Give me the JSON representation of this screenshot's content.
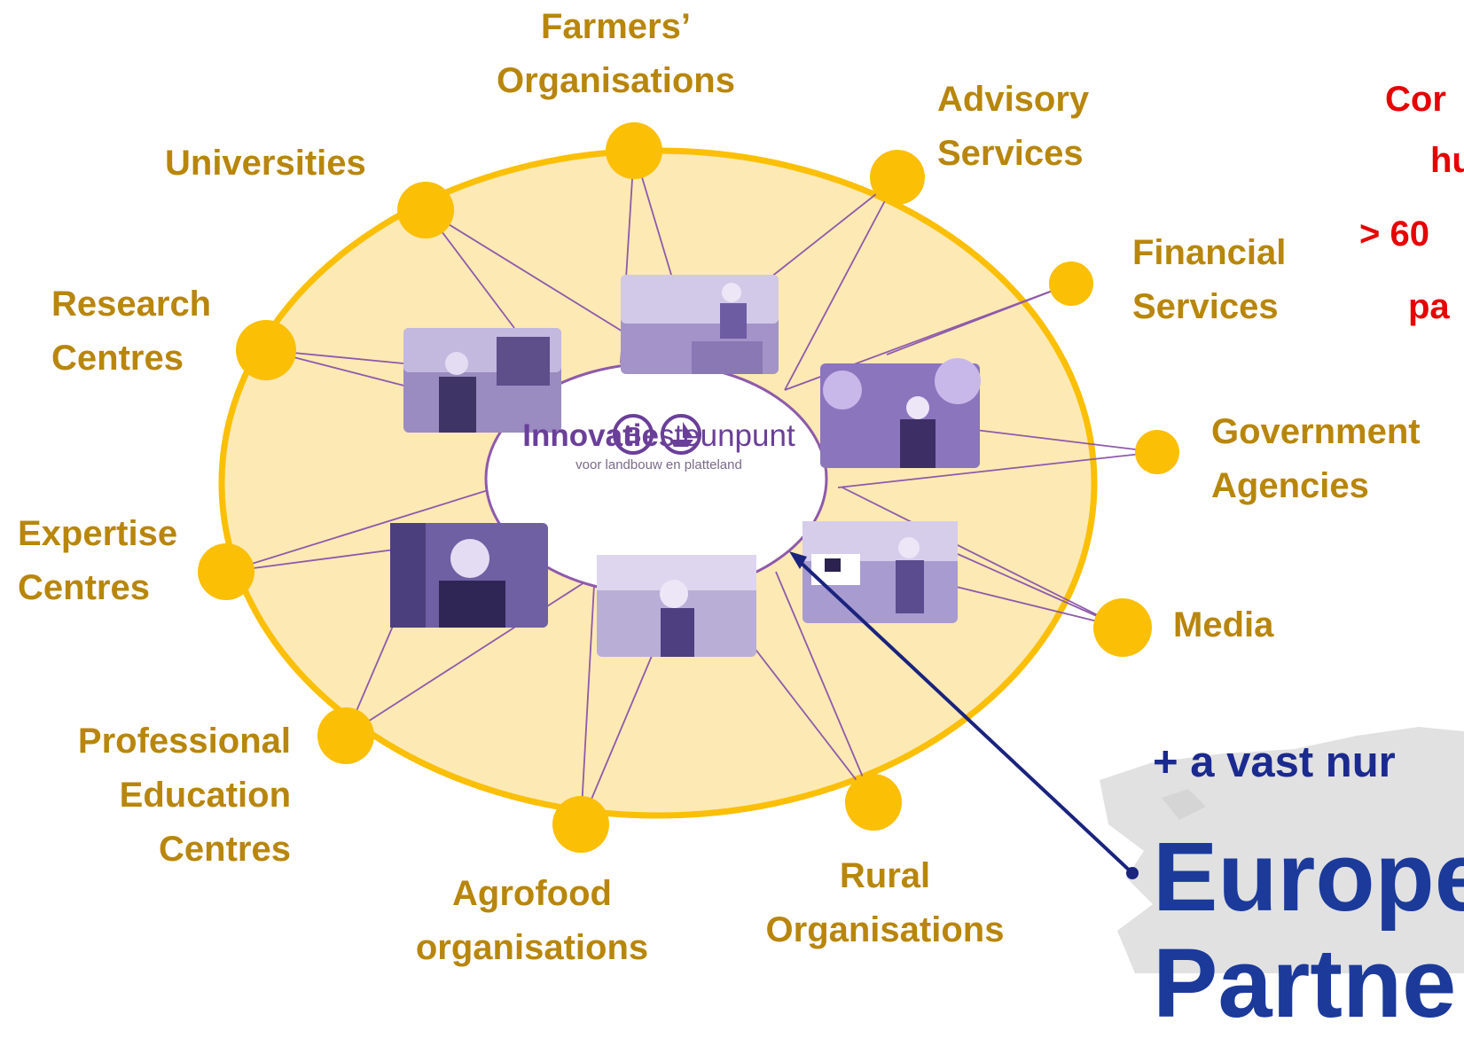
{
  "colors": {
    "accent": "#b8860b",
    "node": "#fbbf05",
    "ring_fill": "#fde9b4",
    "links": "#8e5aab",
    "headline": "#e60000",
    "eu_blue": "#1b3a9a"
  },
  "hub": {
    "logo_icon": "b-logo-icon",
    "logo_icon_2": "boat-logo-icon",
    "name_bold": "Innovatie",
    "name_regular": "steunpunt",
    "tagline": "voor landbouw en platteland"
  },
  "labels": {
    "farmers": [
      "Farmers’",
      "Organisations"
    ],
    "advisory": [
      "Advisory",
      "Services"
    ],
    "universities": [
      "Universities"
    ],
    "financial": [
      "Financial",
      "Services"
    ],
    "research": [
      "Research",
      "Centres"
    ],
    "government": [
      "Government",
      "Agencies"
    ],
    "expertise": [
      "Expertise",
      "Centres"
    ],
    "media": [
      "Media"
    ],
    "professional": [
      "Professional",
      "Education",
      "Centres"
    ],
    "agrofood": [
      "Agrofood",
      "organisations"
    ],
    "rural": [
      "Rural",
      "Organisations"
    ]
  },
  "side_text": {
    "line1": "Cor",
    "line2": "hu",
    "line3": "> 60",
    "line4": "pa"
  },
  "bottom": {
    "vast": "+ a vast nur",
    "europe_line1": "Europe",
    "europe_line2": "Partne"
  },
  "photos": [
    {
      "name": "photo-farmer-field"
    },
    {
      "name": "photo-farmer-sitting"
    },
    {
      "name": "photo-woman-blossoms"
    },
    {
      "name": "photo-man-tractor"
    },
    {
      "name": "photo-woman-field"
    },
    {
      "name": "photo-man-cows"
    }
  ]
}
